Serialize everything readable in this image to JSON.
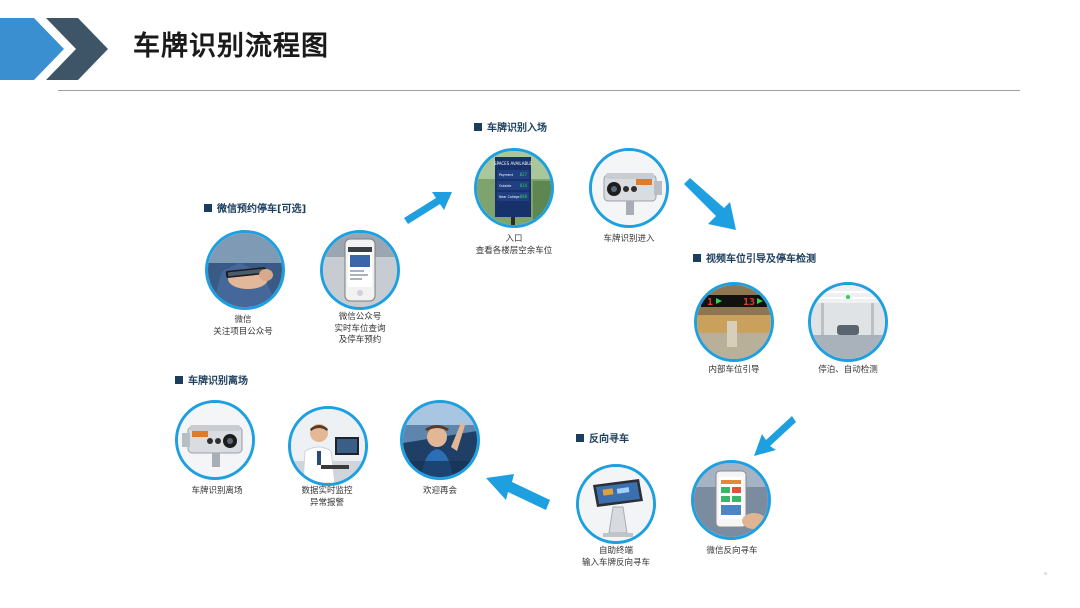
{
  "header": {
    "title": "车牌识别流程图"
  },
  "sections": {
    "wechat_booking": "微信预约停车[可选]",
    "entry": "车牌识别入场",
    "guidance": "视频车位引导及停车检测",
    "reverse_search": "反向寻车",
    "exit": "车牌识别离场"
  },
  "steps": {
    "wechat": [
      "微信",
      "关注项目公众号"
    ],
    "wechat_account": [
      "微信公众号",
      "实时车位查询",
      "及停车预约"
    ],
    "entrance": [
      "入口",
      "查看各楼层空余车位"
    ],
    "plate_in": [
      "车牌识别进入"
    ],
    "indoor_guide": [
      "内部车位引导"
    ],
    "auto_detect": [
      "停泊、自动检测"
    ],
    "wechat_find": [
      "微信反向寻车"
    ],
    "kiosk": [
      "自助终端",
      "输入车牌反向寻车"
    ],
    "welcome": [
      "欢迎再会"
    ],
    "monitor": [
      "数据实时监控",
      "异常报警"
    ],
    "plate_out": [
      "车牌识别离场"
    ]
  },
  "sign": {
    "heading": "SPACES AVAILABLE",
    "rows": [
      {
        "name": "Payment",
        "value": "027"
      },
      {
        "name": "Outside",
        "value": "014"
      },
      {
        "name": "Near College",
        "value": "088"
      }
    ]
  },
  "guide_display": {
    "left": "1",
    "right": "13"
  },
  "colors": {
    "accent": "#1e9fe0",
    "heading": "#1c3e5e",
    "chevron_dark": "#3e5568",
    "chevron_light": "#3a8fd0"
  }
}
